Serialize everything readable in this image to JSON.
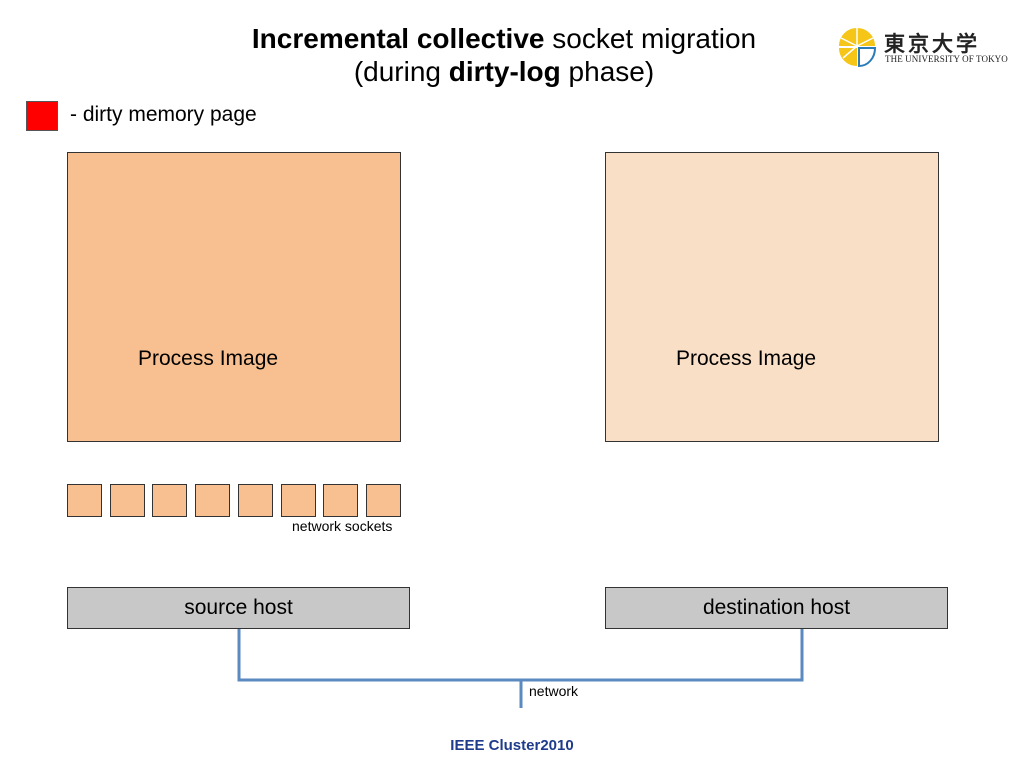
{
  "title": {
    "line1_bold": "Incremental collective",
    "line1_rest": " socket migration",
    "line2_pre": "(during ",
    "line2_bold": "dirty-log",
    "line2_post": " phase)"
  },
  "logo": {
    "japanese": "東京大学",
    "english": "THE UNIVERSITY OF TOKYO",
    "icon": "ginkgo-leaf-icon",
    "colors": {
      "yellow": "#f5c518",
      "blue": "#2b7bb9"
    }
  },
  "legend": {
    "label": "- dirty memory page",
    "color": "#ff0000"
  },
  "source": {
    "process_label": "Process Image",
    "process_color": "#f8c090",
    "host_label": "source host",
    "socket_count": 8,
    "sockets_label": "network sockets"
  },
  "destination": {
    "process_label": "Process Image",
    "process_color": "#fadfc7",
    "host_label": "destination host"
  },
  "network": {
    "label": "network",
    "line_color": "#5a8ac0"
  },
  "footer": "IEEE Cluster2010"
}
